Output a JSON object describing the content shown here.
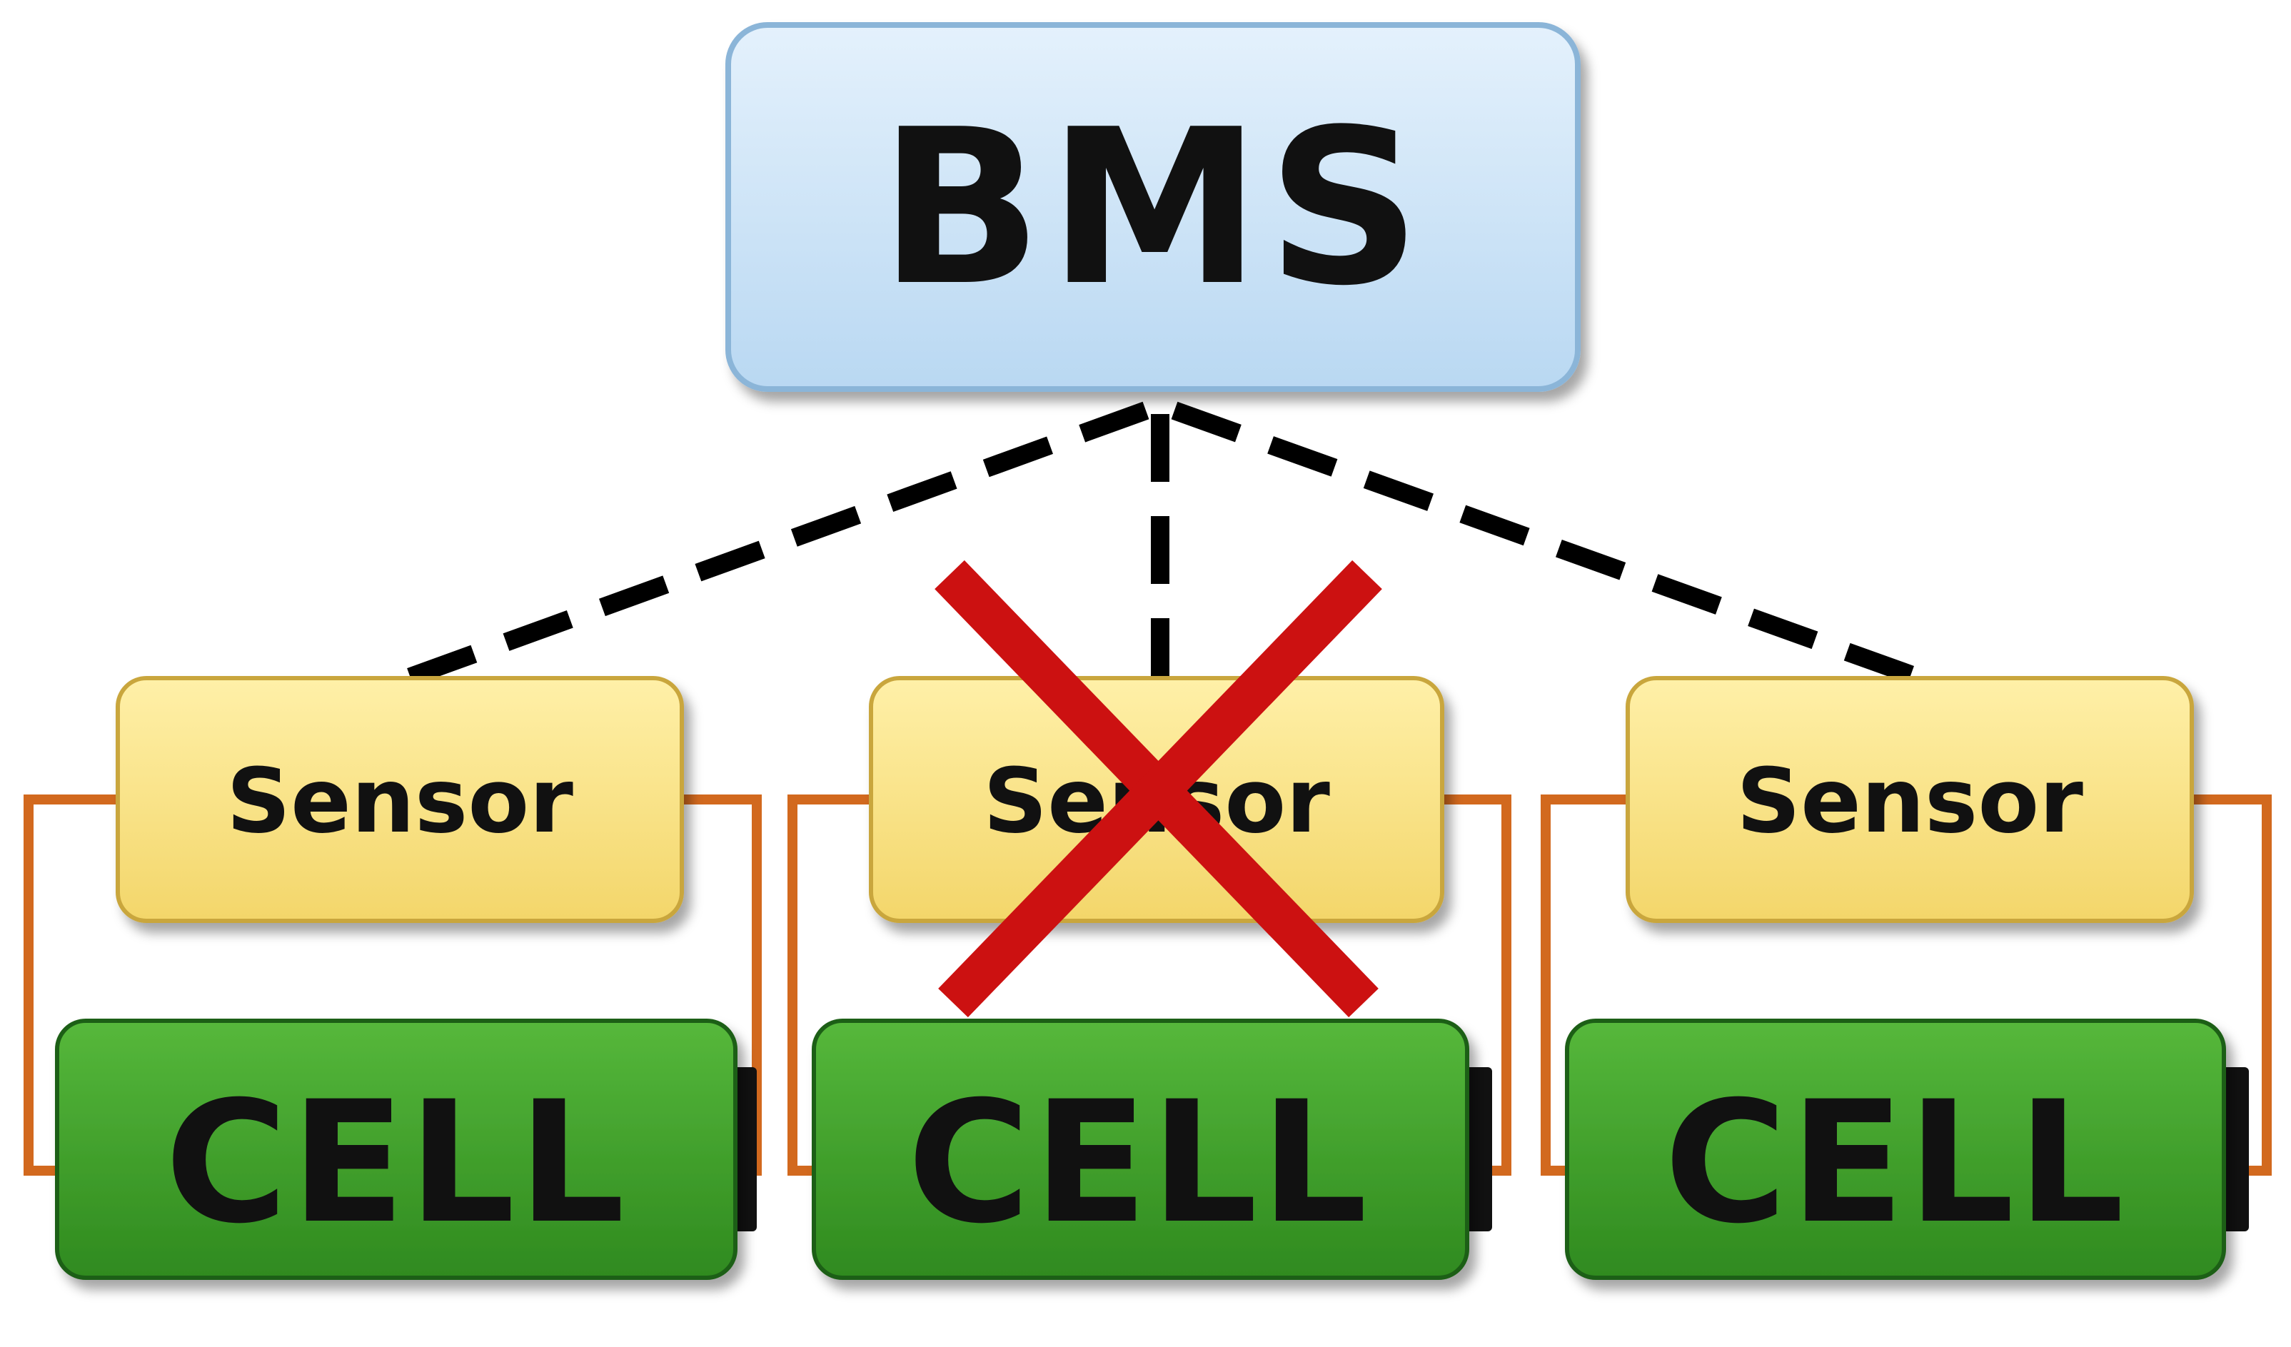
{
  "bms": {
    "label": "BMS",
    "fill": "#cfe6f8",
    "stroke": "#8bb5d8"
  },
  "modules": [
    {
      "sensor_label": "Sensor",
      "cell_label": "CELL",
      "failed": false
    },
    {
      "sensor_label": "Sensor",
      "cell_label": "CELL",
      "failed": true
    },
    {
      "sensor_label": "Sensor",
      "cell_label": "CELL",
      "failed": false
    }
  ],
  "colors": {
    "sensor_fill": "#fbe48a",
    "sensor_stroke": "#c9a63c",
    "cell_fill": "#3f9e2a",
    "cell_stroke": "#1f5e14",
    "wire": "#d2691e",
    "link": "#000000",
    "failure_mark": "#cc1111"
  }
}
